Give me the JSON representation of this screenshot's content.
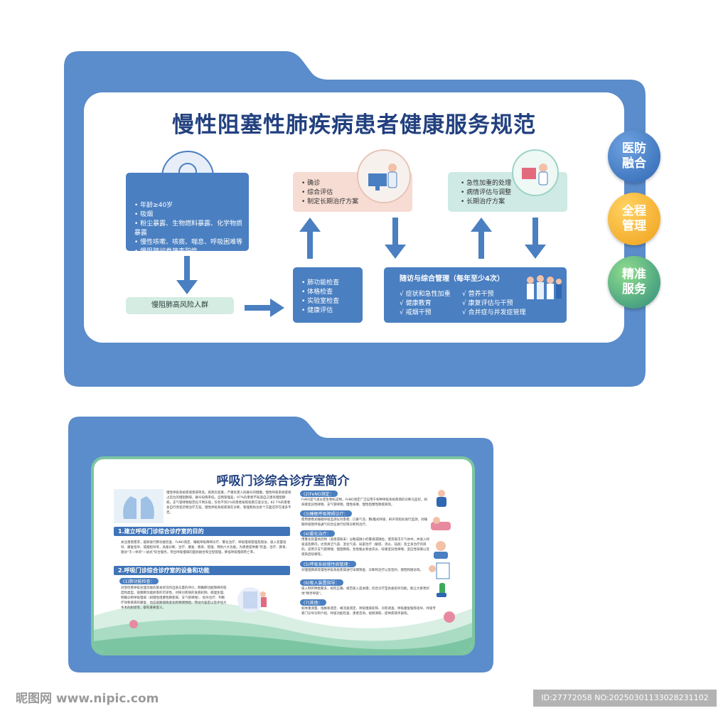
{
  "top": {
    "title": "慢性阻塞性肺疾病患者健康服务规范",
    "risk_box": {
      "items": [
        "年龄≥40岁",
        "吸烟",
        "粉尘暴露、生物燃料暴露、化学物质暴露",
        "慢性咳嗽、咳痰、喘息、呼吸困难等",
        "慢阻肺问卷筛查阳性"
      ]
    },
    "high_risk_label": "慢阻肺高风险人群",
    "exam_box": {
      "items": [
        "肺功能检查",
        "体格检查",
        "实验室检查",
        "健康评估"
      ]
    },
    "diagnosis_box": {
      "items": [
        "确诊",
        "综合评估",
        "制定长期治疗方案"
      ]
    },
    "acute_box": {
      "items": [
        "急性加重的处理",
        "病情评估与调整",
        "长期治疗方案"
      ]
    },
    "followup": {
      "title": "随访与综合管理（每年至少4次）",
      "col1": [
        "√ 症状和急性加重",
        "√ 健康教育",
        "√ 戒烟干预"
      ],
      "col2": [
        "√ 营养干预",
        "√ 康复评估与干预",
        "√ 合并症与并发症管理"
      ]
    },
    "side": [
      {
        "label": "医防融合",
        "line1": "医防",
        "line2": "融合",
        "color": "#2f67b3"
      },
      {
        "label": "全程管理",
        "line1": "全程",
        "line2": "管理",
        "color": "#f0a11b"
      },
      {
        "label": "精准服务",
        "line1": "精准",
        "line2": "服务",
        "color": "#3bab5a"
      }
    ]
  },
  "bottom": {
    "title": "呼吸门诊综合诊疗室简介",
    "intro": "慢性呼吸系统疾病患病率高，疾病负担重，严重危害人民群众的健康。慢性呼吸系统疾病占首位的慢阻肺病，群众知晓率低，自我管理差，97%的患者不知道自己患有慢阻肺病，支气管哮喘规范化干预乐观，仅有不到1%的患者按照指南方案诊治，82.7%的患者会自行改变药物治疗方案。慢性呼吸系统疾病在诊断、管理和防治各个方面还存在诸多不足。",
    "section1": "1.建立呼吸门诊综合诊疗室的目的",
    "section1_text": "关注患者需求，能够进行肺功能检查、FeNO测定、睡眠呼吸障碍诊疗、雾化治疗、呼吸慢病管理及随访、吸入装置指导、康复指导、戒烟指导等，具备诊断、治疗、康复、教育、管理、预防六大功能。为患者提供集\"检查、治疗、教育、随访\"于一体的\"一站式\"综合服务，突出呼吸慢病的医防融合和全程管理，降低呼吸慢病死亡率。",
    "section2": "2.呼吸门诊综合诊疗室的设备和功能",
    "sub1": "(1)肺功能检查：",
    "sub1_text": "对受检者呼吸生理功能的基本状况作出质与量的评价，明确肺功能障碍的程度和类型，观察肺功能损害的可逆性，对探讨疾病的发病机制、病理生理、明确诊断呼吸慢病（如慢性阻塞性肺疾病、支气管哮喘）、指导治疗、判断疗效和疾病的康复、动态观察病情变化和预测预后、劳动力鉴定以及评估大手术的耐受等，都有重要意义。",
    "sub2": "(2)FeNO测定：",
    "sub2_text": "FeNO是气道炎症生物标志物，FeNO测定广泛应用于各种呼吸系统疾病的诊断与监控，如咳嗽变异性哮喘、支气管哮喘、慢性咳嗽、慢性阻塞性肺疾病等。",
    "sub3": "(3)睡眠呼吸障碍诊疗：",
    "sub3_text": "使用便携式睡眠呼吸监测仪对患者、口鼻气流、胸/腹式呼吸、鼾声等指标进行监测，对睡眠呼吸暂停低通气综合征进行初筛诊断和治疗。",
    "sub4": "(4)雾化治疗：",
    "sub4_text": "用雾化装置将药物（溶液或粉末）分散成微小的雾滴或微粒，使其悬浮于气体中，并进入呼吸道及肺内，达到清洁气道、湿化气道、局部治疗（解痉、消炎、祛痰）及全身治疗的目的。适用于支气管哮喘、慢阻肺病、急性喉炎和会厌炎、咳嗽变异性哮喘、变应性咳嗽以及感染后咳嗽等。",
    "sub5": "(5)呼吸系统慢性病管理：",
    "sub5_text": "对慢阻肺病等慢性呼吸系统疾病进行早期筛查、诊断和治疗以及签约、建档和随访等。",
    "sub6": "(6)吸入装置指导：",
    "sub6_text": "吸入制剂种类繁多，如何正确、规范吸入是关键，综合诊疗室具备指导功能，能让大家更好地\"畅享呼吸\"。",
    "sub7": "(7)其他：",
    "sub7_text": "如体重测量、指脉氧测定、峰流速测定、呼吸慢病初筛、问卷调查、呼吸康复锻炼指导、呼吸专家门诊导诊和介绍、呼吸功能检查、患者咨询、视频演练、提供疾病手册等。"
  },
  "watermark": {
    "left": "昵图网 www.nipic.com",
    "right": "ID:27772058 NO:20250301133028231102"
  },
  "colors": {
    "board": "#5b8ccb",
    "accent": "#22407f",
    "green_border": "#7cc5a2"
  }
}
